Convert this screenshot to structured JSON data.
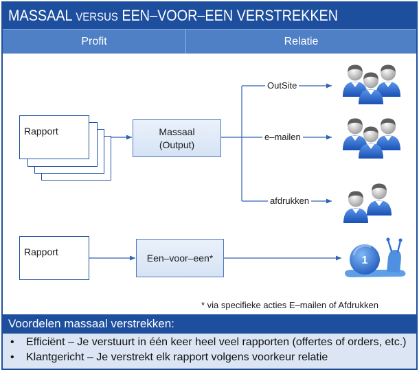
{
  "title": {
    "part1": "MASSAAL",
    "part2": "VERSUS",
    "part3": "EEN–VOOR–EEN VERSTREKKEN"
  },
  "header": {
    "left": "Profit",
    "right": "Relatie"
  },
  "diagram": {
    "mass_flow": {
      "report_label": "Rapport",
      "box_line1": "Massaal",
      "box_line2": "(Output)",
      "channels": [
        {
          "label": "OutSite",
          "icon": "people-group-icon"
        },
        {
          "label": "e–mailen",
          "icon": "people-group-icon"
        },
        {
          "label": "afdrukken",
          "icon": "people-pair-icon"
        }
      ]
    },
    "single_flow": {
      "report_label": "Rapport",
      "box_label": "Een–voor–een*",
      "icon": "snail-icon",
      "badge": "1"
    },
    "footnote": "* via specifieke acties E–mailen of Afdrukken"
  },
  "benefits": {
    "heading": "Voordelen massaal verstrekken:",
    "items": [
      "Efficiënt – Je verstuurt in één keer heel veel rapporten (offertes of orders, etc.)",
      "Klantgericht – Je verstrekt elk rapport volgens voorkeur relatie"
    ]
  },
  "colors": {
    "title_bar": "#1d4f9e",
    "header_row": "#4f80c6",
    "frame_border": "#1d4f9e",
    "arrow": "#2f62b0",
    "doc_border": "#1d4f9e",
    "box_border": "#4a78bd",
    "box_fill": "#d6e3f4",
    "shirt": "#1a50b5",
    "benefits_bg": "#dbe5f3"
  }
}
